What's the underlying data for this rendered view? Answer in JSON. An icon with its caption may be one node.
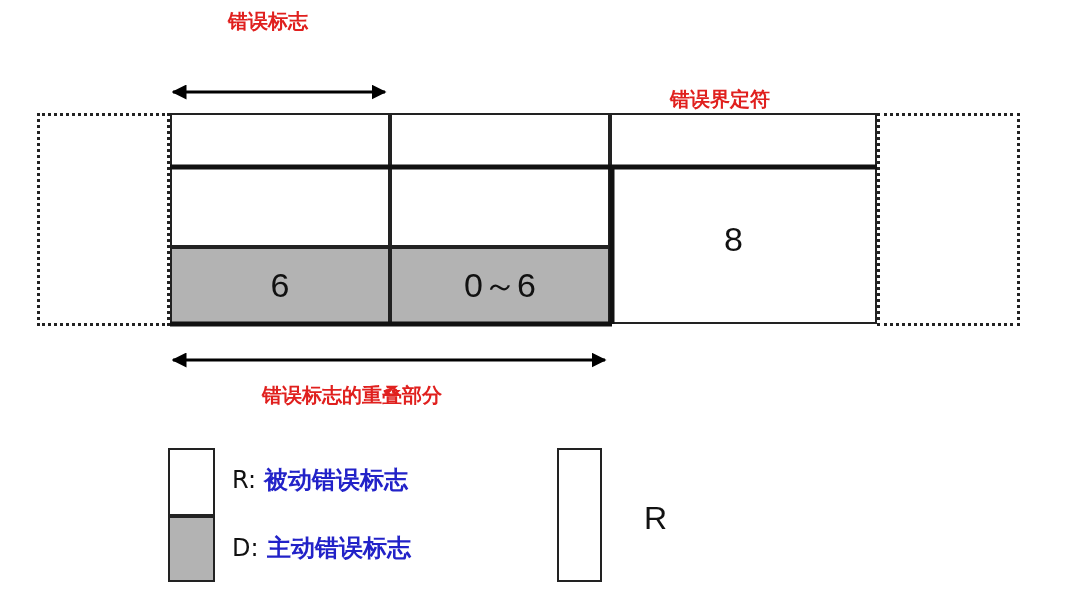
{
  "diagram": {
    "nodes": [
      {
        "text": [],
        "shape": "box"
      },
      {
        "text": [],
        "shape": "box"
      },
      {
        "text": [],
        "shape": "box"
      },
      {
        "text": [],
        "shape": "box"
      },
      {
        "text": [],
        "shape": "box"
      },
      {
        "text": [],
        "shape": "box"
      },
      {
        "text": [],
        "shape": "box"
      },
      {
        "text": [
          "8"
        ]
      },
      {
        "text": [
          "6"
        ]
      },
      {
        "text": [
          "0～6"
        ]
      },
      {
        "text": [
          "R"
        ]
      }
    ],
    "edges": [],
    "labels": [
      "错误标志",
      "错误界定符",
      "错误标志的重叠部分"
    ],
    "legend": [
      {
        "text": "R: 被动错误标志",
        "color": "#ffffff"
      },
      {
        "text": "D: 主动错误标志",
        "color": "#b3b3b3"
      }
    ]
  }
}
